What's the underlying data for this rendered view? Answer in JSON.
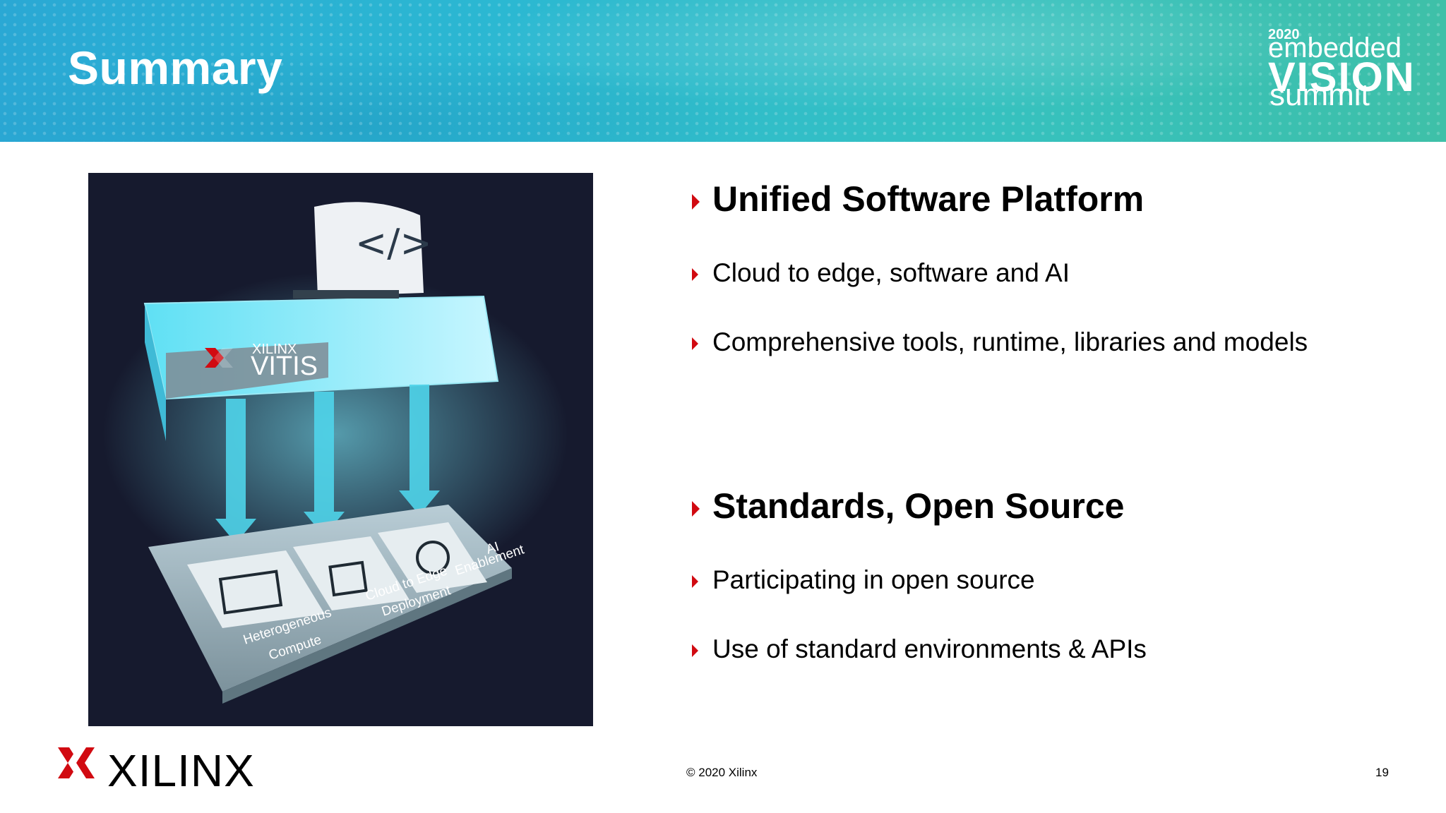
{
  "header": {
    "title": "Summary"
  },
  "event_logo": {
    "year": "2020",
    "line1": "embedded",
    "line2": "VISION",
    "line3": "summit"
  },
  "figure": {
    "brand": "XILINX",
    "product": "VITIS",
    "code_glyph": "</>",
    "tiles": [
      {
        "label_1": "Heterogeneous",
        "label_2": "Compute"
      },
      {
        "label_1": "Cloud to Edge",
        "label_2": "Deployment"
      },
      {
        "label_1": "AI",
        "label_2": "Enablement"
      }
    ]
  },
  "bullets": [
    {
      "heading": "Unified Software Platform",
      "items": [
        "Cloud to edge, software and AI",
        "Comprehensive tools, runtime, libraries and models"
      ]
    },
    {
      "heading": "Standards, Open Source",
      "items": [
        "Participating in open source",
        "Use of standard environments & APIs"
      ]
    }
  ],
  "footer": {
    "copyright": "© 2020 Xilinx",
    "page_number": "19",
    "company_logo": "XILINX"
  },
  "colors": {
    "accent": "#d10a11",
    "header_start": "#2aa8d4",
    "header_end": "#3ec0a8",
    "figure_bg": "#161a2e"
  }
}
